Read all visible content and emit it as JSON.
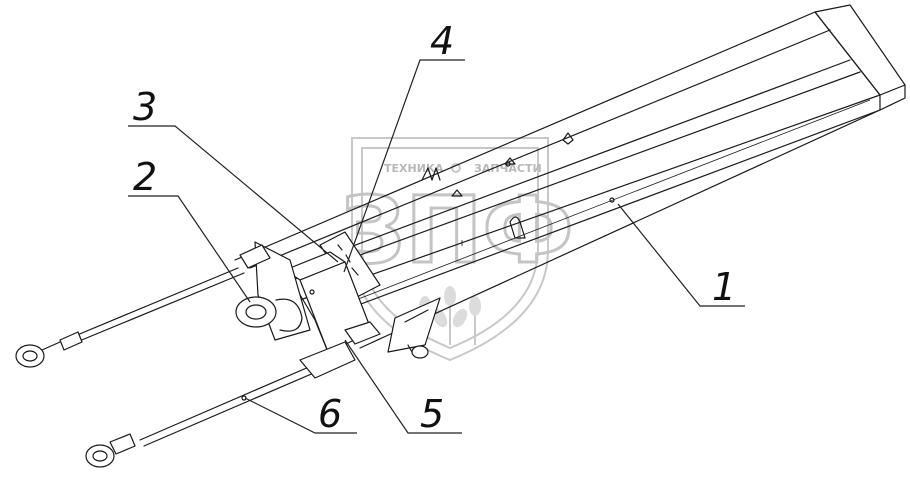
{
  "callouts": {
    "c1": "1",
    "c2": "2",
    "c3": "3",
    "c4": "4",
    "c5": "5",
    "c6": "6"
  },
  "watermark": {
    "top_left": "ТЕХНИКА",
    "top_right": "ЗАПЧАСТИ",
    "logo": "ЗПФ"
  },
  "colors": {
    "line": "#1a1a1a",
    "watermark": "#c8c8c8",
    "background": "#ffffff"
  }
}
